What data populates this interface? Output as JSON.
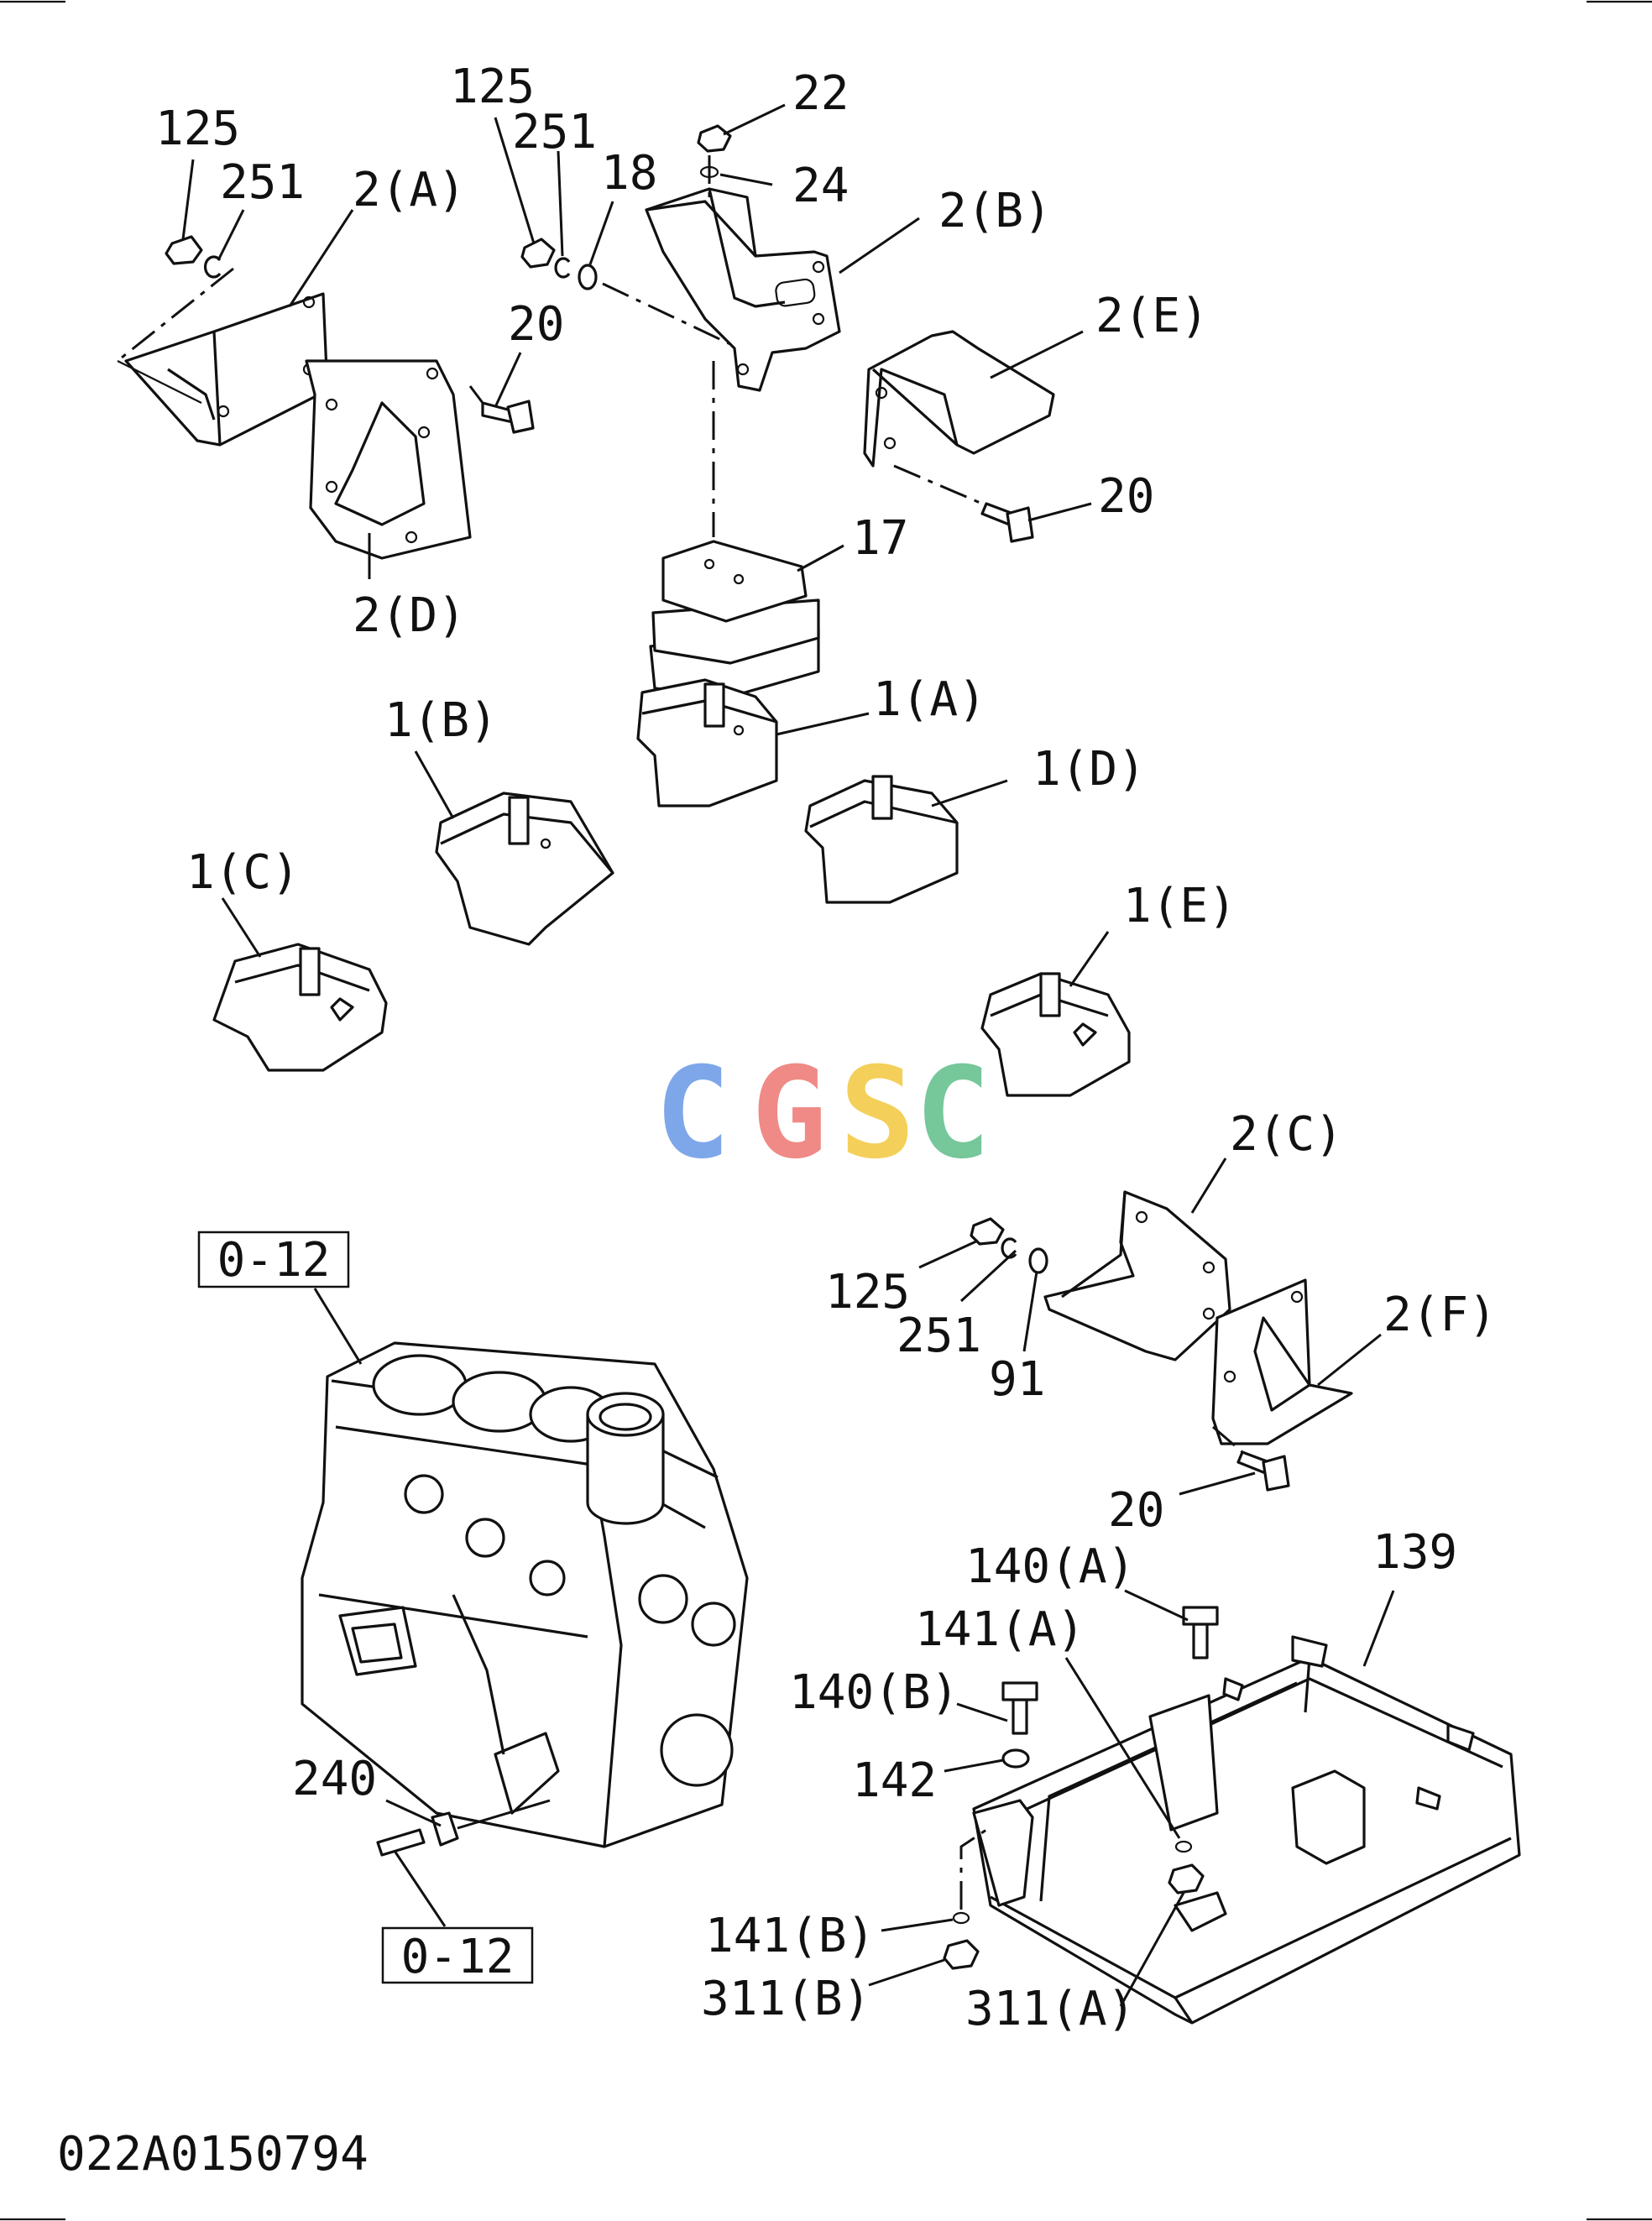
{
  "drawing_number": "022A0150794",
  "watermark": {
    "letters": [
      {
        "char": "C",
        "color": "#7ea7ea"
      },
      {
        "char": "G",
        "color": "#ef8a86"
      },
      {
        "char": "S",
        "color": "#f4cf5a"
      },
      {
        "char": "C",
        "color": "#76c79a"
      }
    ]
  },
  "references": [
    "0-12",
    "0-12"
  ],
  "labels": {
    "l125a": "125",
    "l251a": "251",
    "l2a": "2(A)",
    "l125b": "125",
    "l251b": "251",
    "l18": "18",
    "l22": "22",
    "l24": "24",
    "l2b": "2(B)",
    "l2e": "2(E)",
    "l20a": "20",
    "l20b": "20",
    "l2d": "2(D)",
    "l17": "17",
    "l1a": "1(A)",
    "l1b": "1(B)",
    "l1d": "1(D)",
    "l1c": "1(C)",
    "l1e": "1(E)",
    "l2c": "2(C)",
    "l125c": "125",
    "l251c": "251",
    "l91": "91",
    "l2f": "2(F)",
    "l20c": "20",
    "l139": "139",
    "l140a": "140(A)",
    "l141a": "141(A)",
    "l140b": "140(B)",
    "l142": "142",
    "l240": "240",
    "l141b": "141(B)",
    "l311b": "311(B)",
    "l311a": "311(A)"
  }
}
